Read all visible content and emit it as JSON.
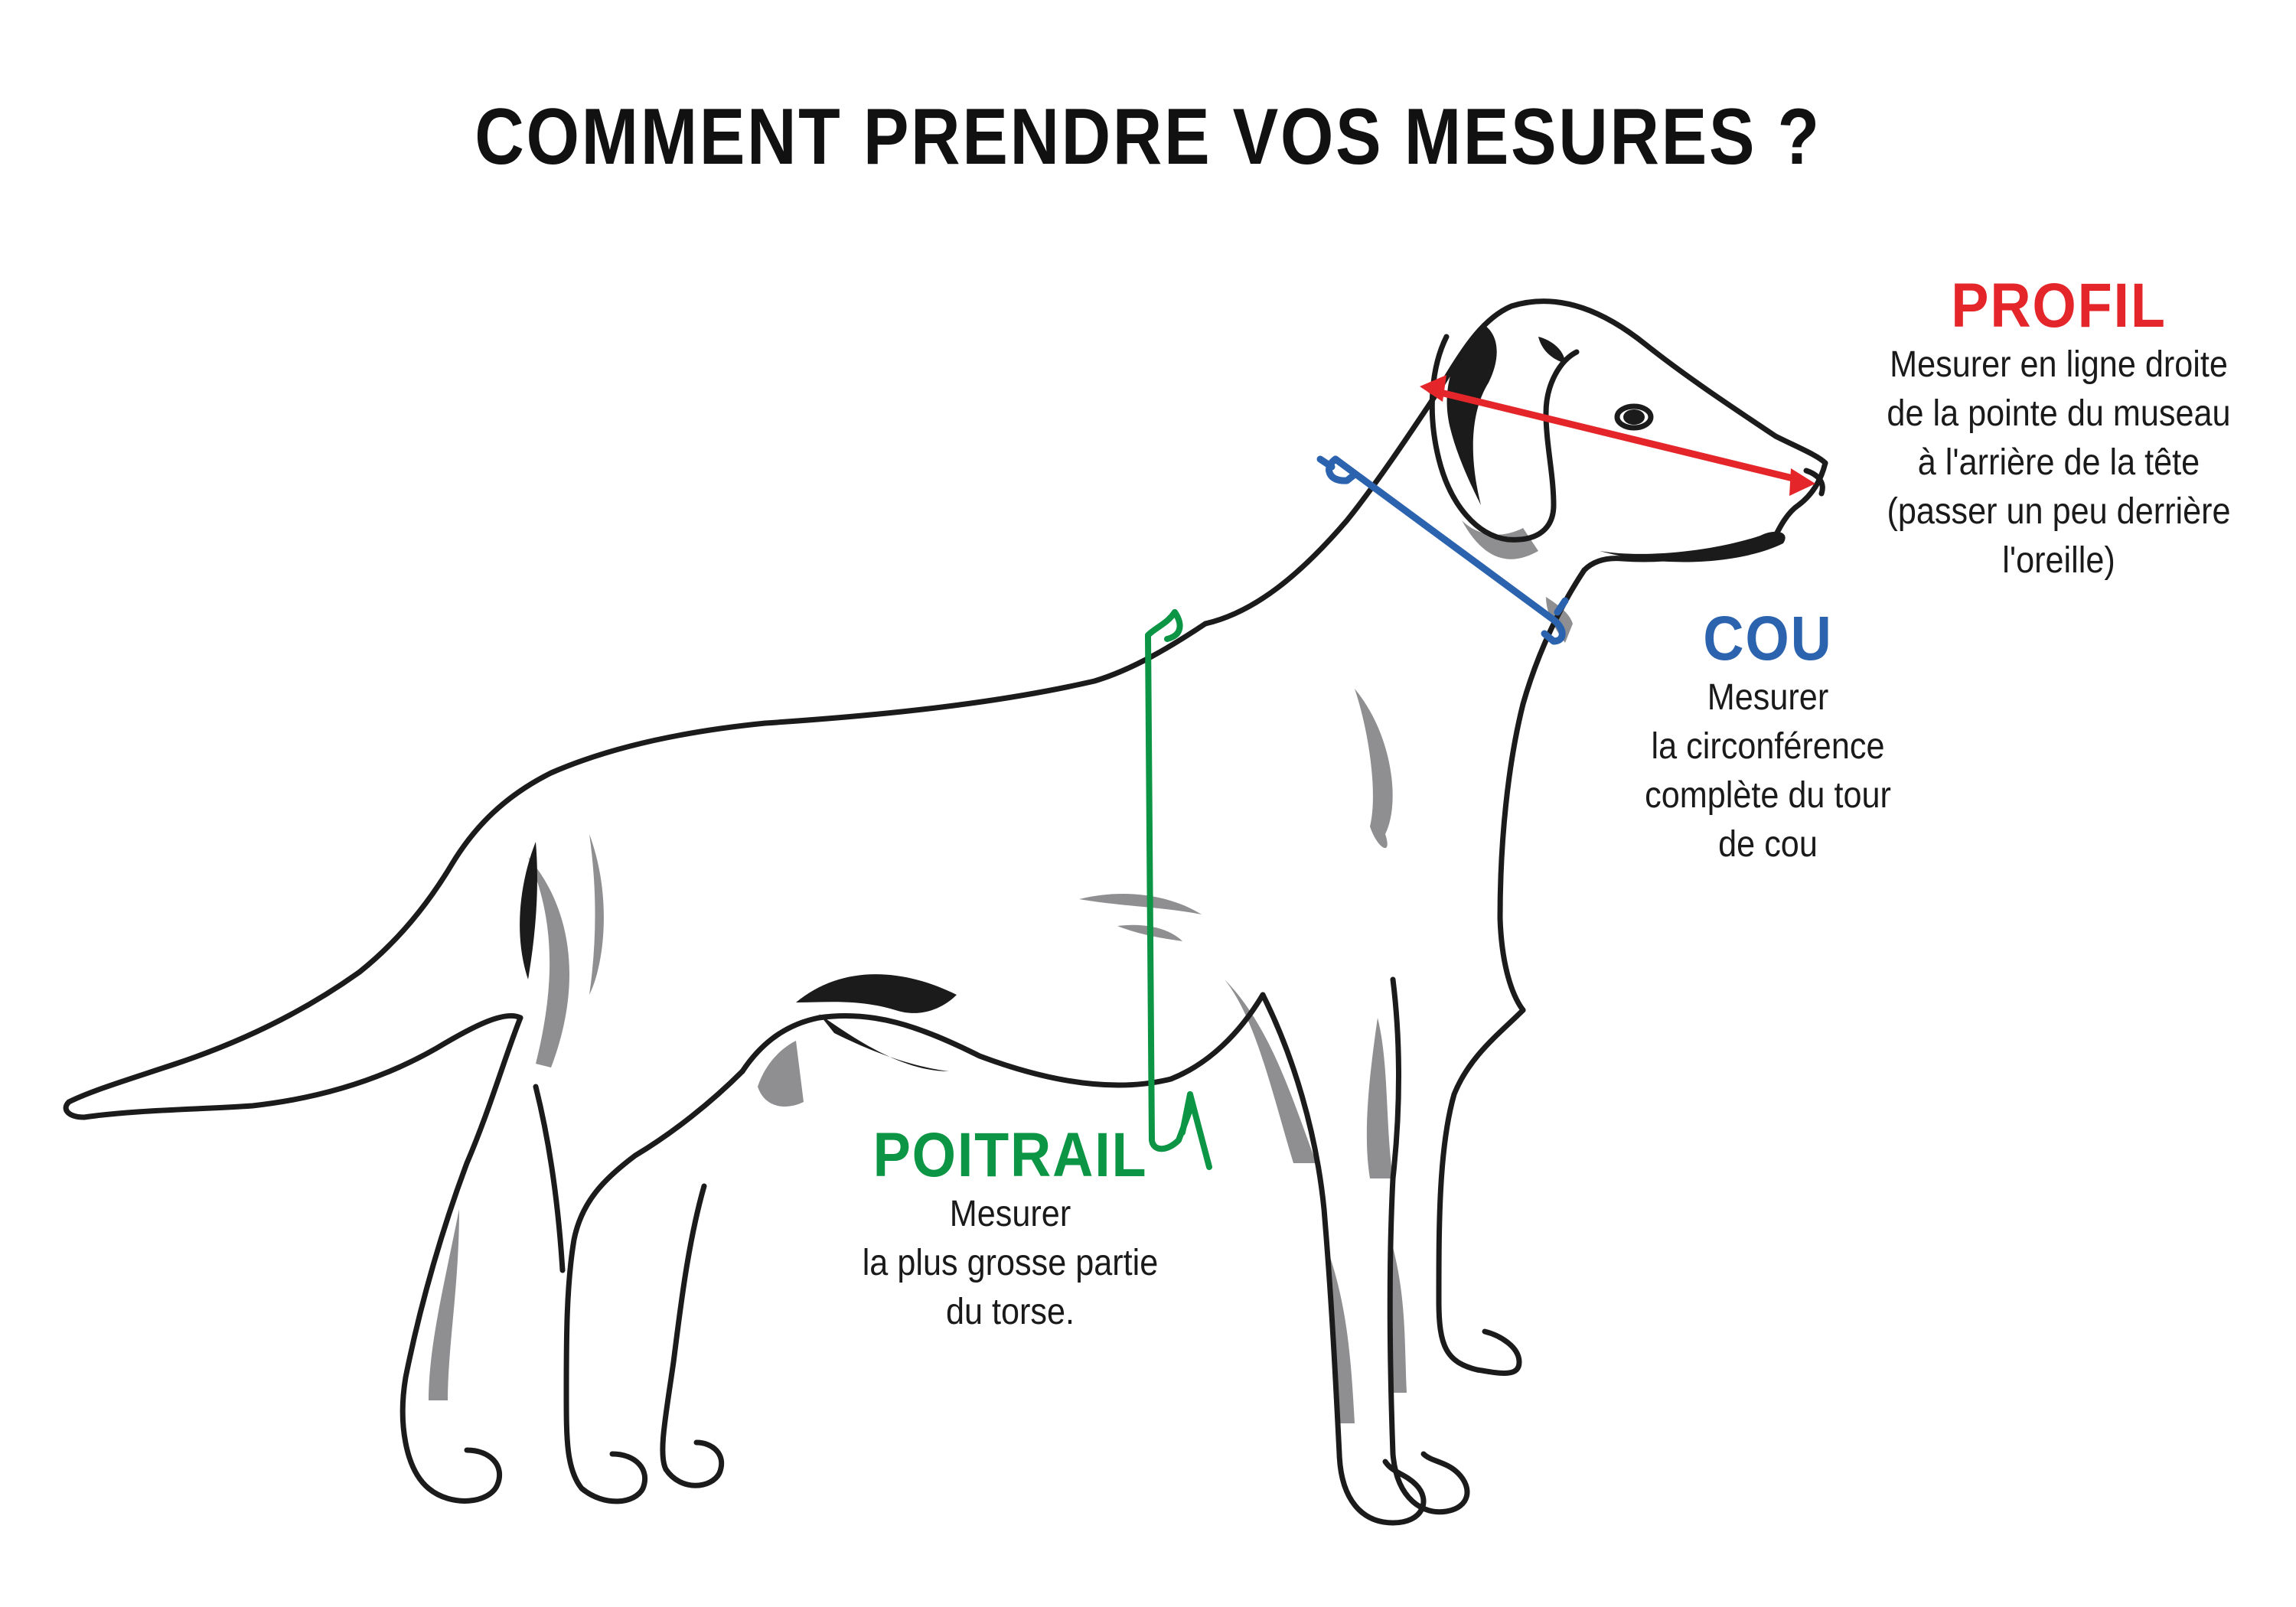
{
  "title": "COMMENT PRENDRE VOS MESURES ?",
  "colors": {
    "profil": "#e4262a",
    "cou": "#2c63ae",
    "poitrail": "#0b9544",
    "outline": "#1b1b1b",
    "shadow": "#8f8f92"
  },
  "measurements": {
    "profil": {
      "heading": "PROFIL",
      "lines": [
        "Mesurer en ligne droite",
        "de la pointe du museau",
        "à l'arrière de la tête",
        "(passer un peu derrière",
        "l'oreille)"
      ]
    },
    "cou": {
      "heading": "COU",
      "lines": [
        "Mesurer",
        "la circonférence",
        "complète du tour",
        "de cou"
      ]
    },
    "poitrail": {
      "heading": "POITRAIL",
      "lines": [
        "Mesurer",
        "la plus grosse partie",
        "du torse."
      ]
    }
  }
}
